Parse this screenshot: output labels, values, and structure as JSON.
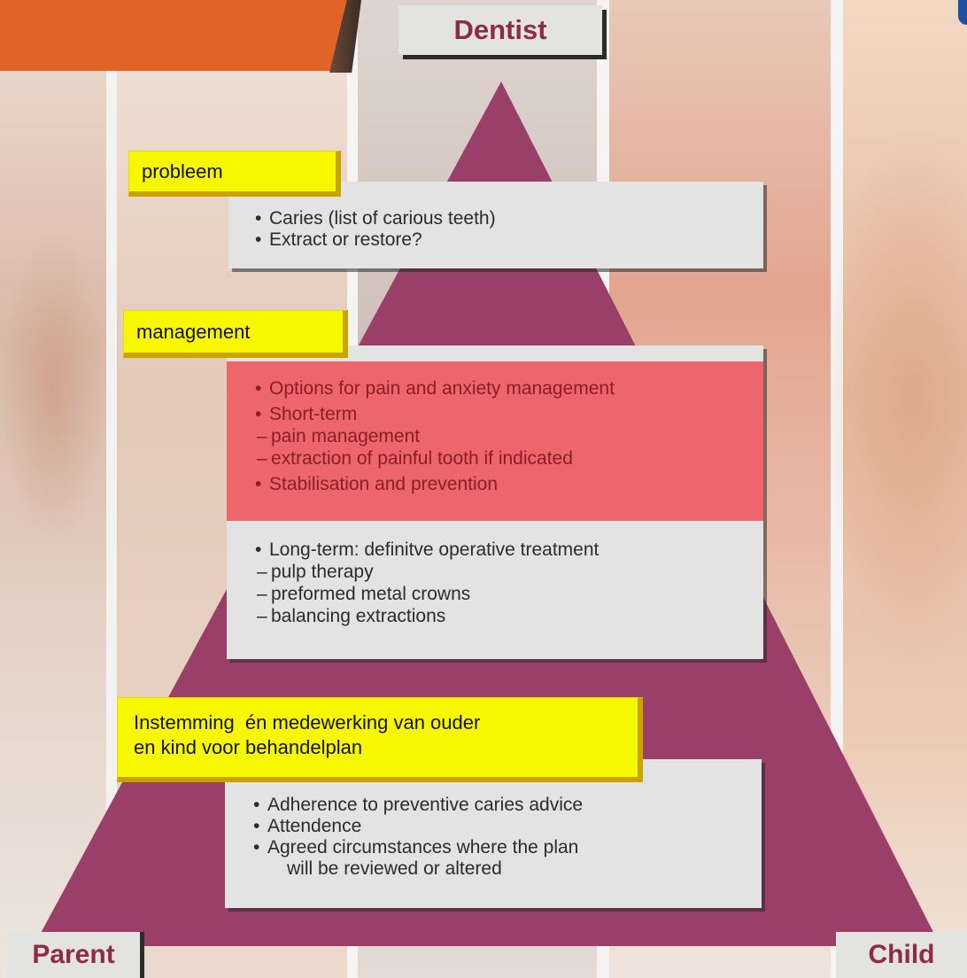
{
  "colors": {
    "pyramid": "#9a3f69",
    "label_text": "#8e2b49",
    "highlight_yellow": "#f7f700",
    "red_band": "#ee5056",
    "orange_bar": "#e06328"
  },
  "vertices": {
    "top": "Dentist",
    "left": "Parent",
    "right": "Child"
  },
  "sections": {
    "problem": {
      "label": "probleem",
      "items": [
        "Caries (list of carious teeth)",
        "Extract or restore?"
      ]
    },
    "management": {
      "label": "management",
      "highlighted": [
        {
          "text": "Options for pain and anxiety management"
        },
        {
          "text": "Short-term",
          "sub": [
            "pain management",
            "extraction of painful tooth if indicated"
          ]
        },
        {
          "text": "Stabilisation and prevention"
        }
      ],
      "normal": [
        {
          "text": "Long-term: definitve operative treatment",
          "sub": [
            "pulp therapy",
            "preformed metal crowns",
            "balancing extractions"
          ]
        }
      ]
    },
    "agreement": {
      "label_line1": "Instemming  én medewerking van ouder",
      "label_line2": "en kind voor behandelplan",
      "items": [
        "Adherence to preventive caries advice",
        "Attendence",
        "Agreed circumstances where the plan"
      ],
      "continuation": "will be reviewed or altered"
    }
  }
}
